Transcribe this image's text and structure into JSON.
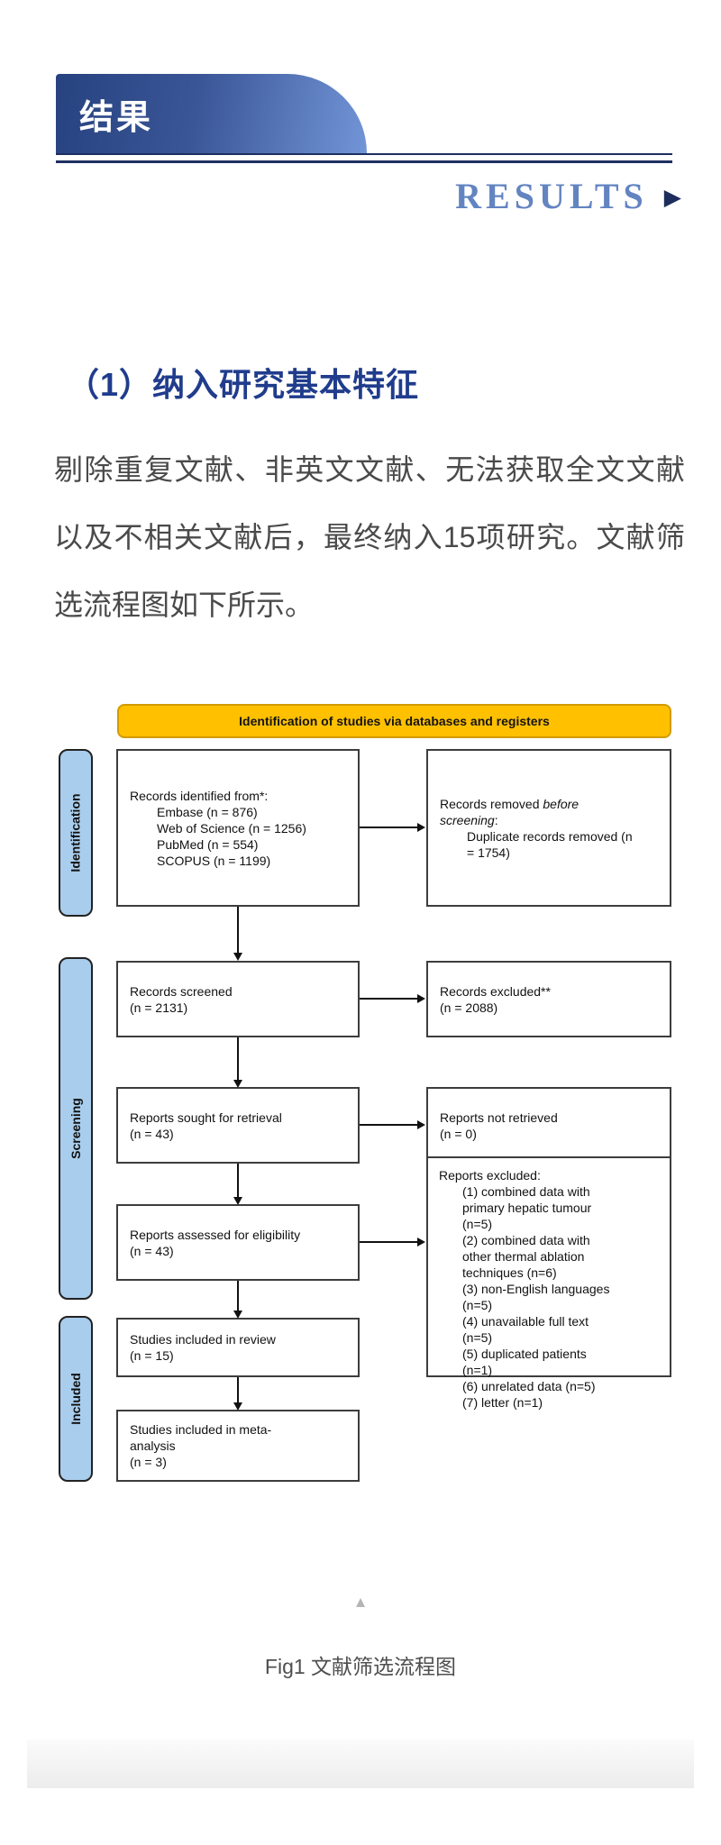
{
  "page": {
    "banner_title": "结果",
    "results_label": "RESULTS",
    "arrow_icon": "▶",
    "section_heading": "（1）纳入研究基本特征",
    "paragraph_lines": [
      "剔除重复文献、非英文文献、无法获取全文文献",
      "以及不相关文献后，最终纳入15项研究。文献筛",
      "选流程图如下所示。"
    ],
    "scroll_top_icon": "▲",
    "figure_caption": "Fig1 文献筛选流程图"
  },
  "colors": {
    "banner_gradient_start": "#27427f",
    "banner_gradient_end": "#7295d7",
    "navy_line": "#1d2f60",
    "results_blue": "#6384c1",
    "heading_blue": "#203c8c",
    "flow_banner_bg": "#FFC000",
    "flow_banner_border": "#D29B00",
    "ribbon_blue": "#A9CDEC",
    "caption_gray": "#4f4f4f"
  },
  "flow": {
    "banner": "Identification of studies via databases and registers",
    "ribbons": {
      "identification": "Identification",
      "screening": "Screening",
      "included": "Included"
    },
    "identified": {
      "title": "Records identified from*:",
      "items": [
        "Embase (n = 876)",
        "Web of Science (n = 1256)",
        "PubMed (n = 554)",
        "SCOPUS (n = 1199)"
      ]
    },
    "removed": {
      "prefix": "Records removed ",
      "italic": "before screening",
      "suffix": ":",
      "item": "Duplicate records removed (n = 1754)"
    },
    "screened": {
      "title": "Records screened",
      "n": "(n = 2131)"
    },
    "records_excluded": {
      "title": "Records excluded**",
      "n": "(n = 2088)"
    },
    "sought": {
      "title": "Reports sought for retrieval",
      "n": "(n = 43)"
    },
    "not_retrieved": {
      "title": "Reports not retrieved",
      "n": "(n = 0)"
    },
    "assessed": {
      "title": "Reports assessed for eligibility",
      "n": "(n = 43)"
    },
    "reports_excluded": {
      "title": "Reports excluded:",
      "items": [
        "(1) combined data with primary hepatic tumour (n=5)",
        "(2) combined data with other thermal ablation techniques (n=6)",
        "(3) non-English languages (n=5)",
        "(4) unavailable full text (n=5)",
        "(5) duplicated patients (n=1)",
        "(6) unrelated data (n=5)",
        "(7) letter (n=1)"
      ]
    },
    "included_review": {
      "title": "Studies included in review",
      "n": "(n = 15)"
    },
    "included_meta": {
      "title": "Studies included in meta-analysis",
      "n": "(n = 3)"
    }
  }
}
